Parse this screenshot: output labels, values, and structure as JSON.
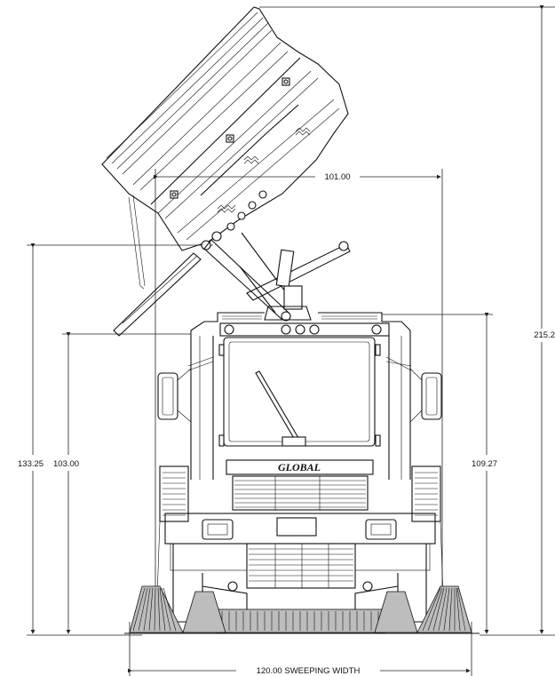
{
  "dimensions": {
    "hopper_dump_width": "101.00",
    "dump_height": "215.2",
    "overall_height": "133.25",
    "cab_height_left": "103.00",
    "cab_height_right": "109.27",
    "sweeping_width": "120.00 SWEEPING WIDTH"
  },
  "logo_text": "GLOBAL"
}
